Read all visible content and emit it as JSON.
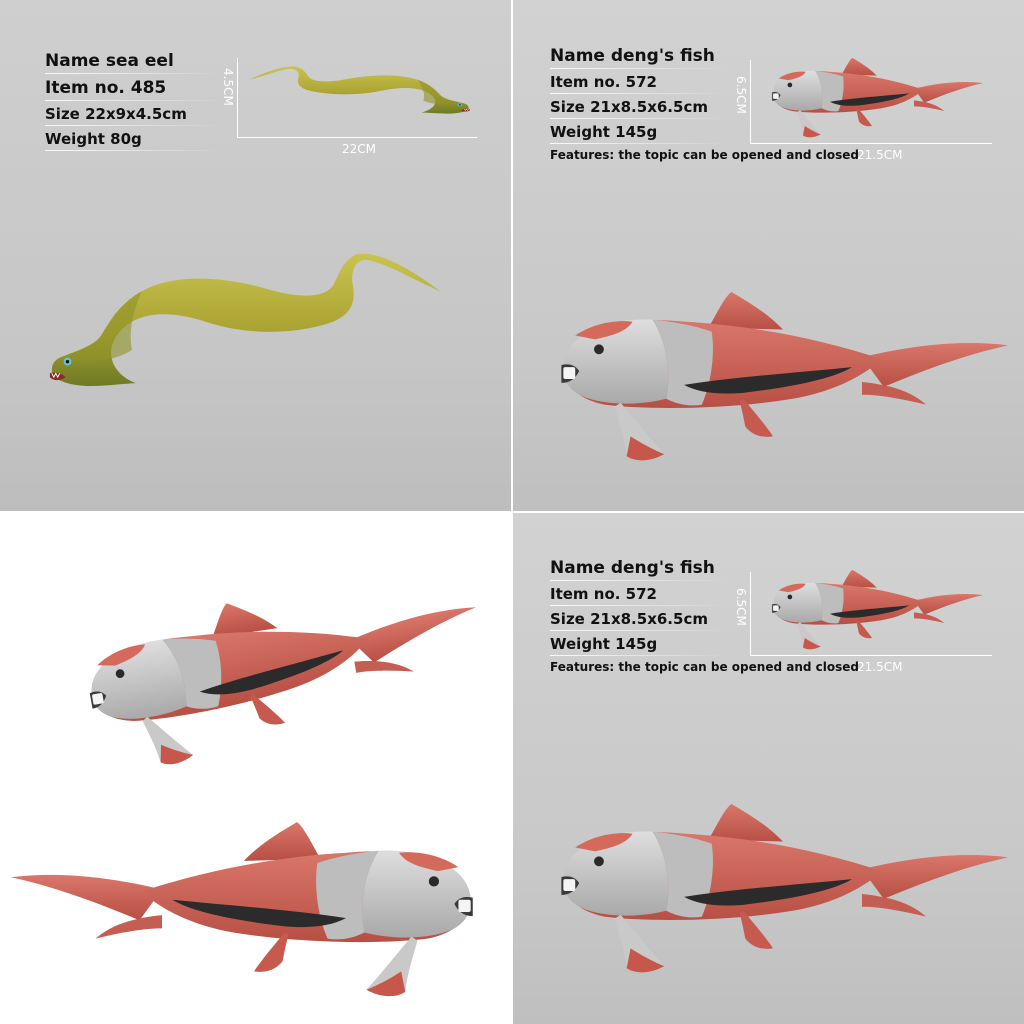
{
  "panels": {
    "sea_eel": {
      "name": "Name sea eel",
      "item": "Item no. 485",
      "size": "Size 22x9x4.5cm",
      "weight": "Weight 80g",
      "height_dim": "4.5CM",
      "length_dim": "22CM"
    },
    "dengs_fish_top": {
      "name": "Name deng's fish",
      "item": "Item no. 572",
      "size": "Size 21x8.5x6.5cm",
      "weight": "Weight 145g",
      "features": "Features: the topic can be opened and closed",
      "height_dim": "6.5CM",
      "length_dim": "21.5CM"
    },
    "dengs_fish_bottom": {
      "name": "Name deng's fish",
      "item": "Item no. 572",
      "size": "Size 21x8.5x6.5cm",
      "weight": "Weight 145g",
      "features": "Features: the topic can be opened and closed",
      "height_dim": "6.5CM",
      "length_dim": "21.5CM"
    }
  },
  "colors": {
    "eel_body": "#b3ad3a",
    "eel_shadow": "#6f7a25",
    "fish_red": "#d46a5c",
    "fish_grey": "#c9c9c9",
    "fish_gill_black": "#2b2b2b",
    "panel_grey": "#c8c8c8"
  }
}
